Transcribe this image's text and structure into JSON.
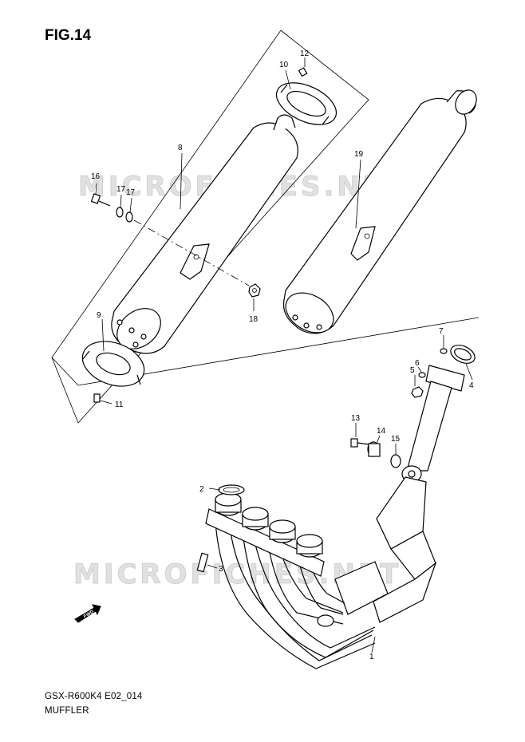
{
  "figure": {
    "title": "FIG.14",
    "code": "GSX-R600K4 E02_014",
    "name": "MUFFLER"
  },
  "watermark": "MICROFICHES.NET",
  "forward_arrow": {
    "label": "FWD"
  },
  "callouts": [
    {
      "label": "1"
    },
    {
      "label": "2"
    },
    {
      "label": "3"
    },
    {
      "label": "4"
    },
    {
      "label": "5"
    },
    {
      "label": "6"
    },
    {
      "label": "7"
    },
    {
      "label": "8"
    },
    {
      "label": "9"
    },
    {
      "label": "10"
    },
    {
      "label": "11"
    },
    {
      "label": "12"
    },
    {
      "label": "13"
    },
    {
      "label": "14"
    },
    {
      "label": "15"
    },
    {
      "label": "16"
    },
    {
      "label": "17"
    },
    {
      "label": "17"
    },
    {
      "label": "18"
    },
    {
      "label": "19"
    }
  ]
}
